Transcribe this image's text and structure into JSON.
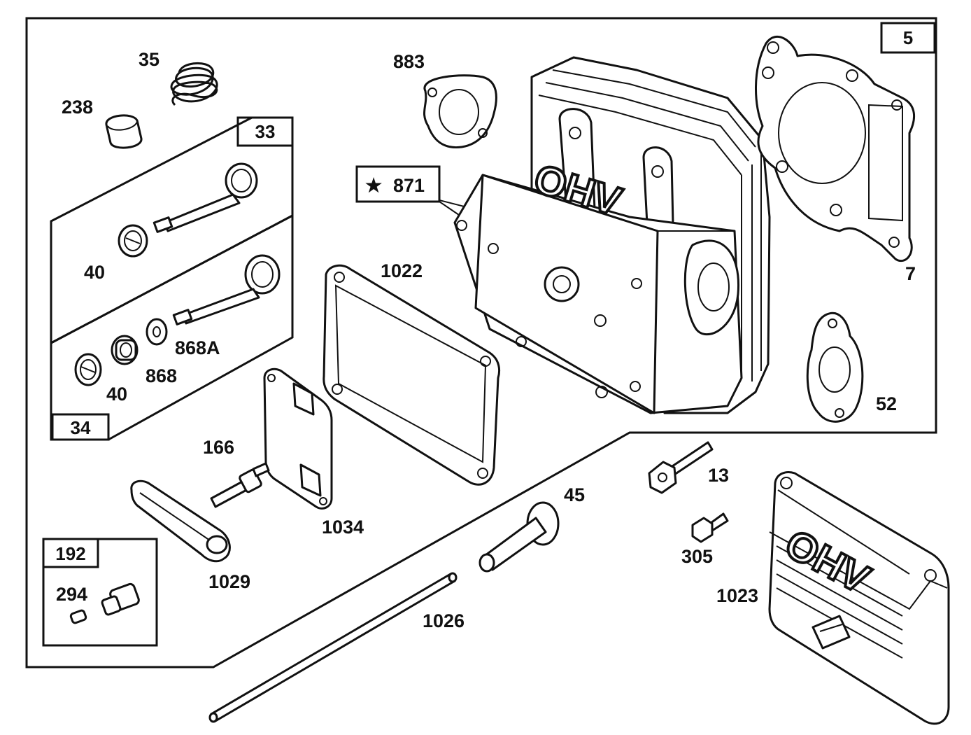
{
  "labels": {
    "p5": "5",
    "p33": "33",
    "p34": "34",
    "p192": "192",
    "p35": "35",
    "p238": "238",
    "p40a": "40",
    "p40b": "40",
    "p868": "868",
    "p868A": "868A",
    "p883": "883",
    "p871": "871",
    "p1022": "1022",
    "p7": "7",
    "p52": "52",
    "p166": "166",
    "p1034": "1034",
    "p1029": "1029",
    "p294": "294",
    "p45": "45",
    "p13": "13",
    "p305": "305",
    "p1023": "1023",
    "p1026": "1026"
  },
  "marks": {
    "star": "★",
    "ohv_head": "OHV",
    "ohv_cover": "OHV"
  },
  "icons": [
    "star-icon",
    "briggs-logo-icon"
  ]
}
